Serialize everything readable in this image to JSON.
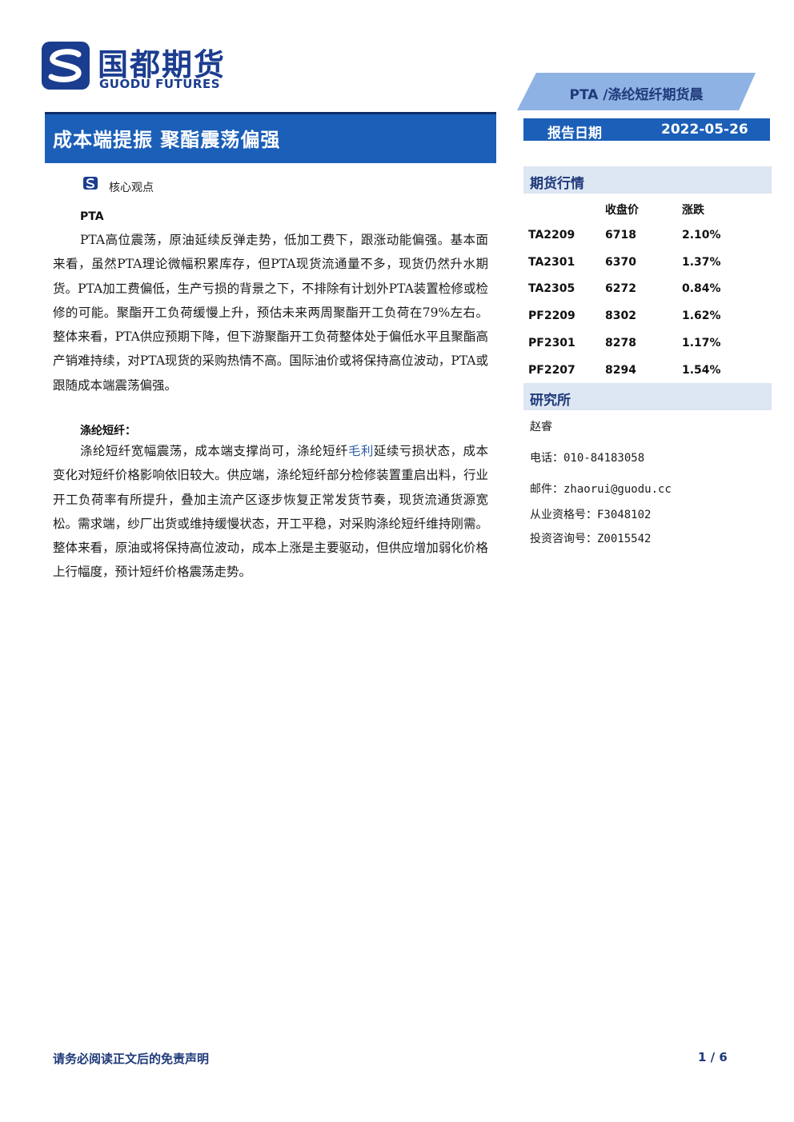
{
  "brand": {
    "name_cn": "国都期货",
    "name_en": "GUODU FUTURES",
    "colors": {
      "primary": "#1b5fb8",
      "dark": "#1b3d8f",
      "accent_light": "#8fb2e4",
      "panel": "#dde6f3"
    }
  },
  "header": {
    "category": "PTA /涤纶短纤期货晨",
    "title": "成本端提振  聚酯震荡偏强",
    "date_label": "报告日期",
    "date_value": "2022-05-26"
  },
  "main": {
    "section_label": "核心观点",
    "section_icon": "brand-s-icon",
    "pta_heading": "PTA",
    "pta_text": "PTA高位震荡，原油延续反弹走势，低加工费下，跟涨动能偏强。基本面来看，虽然PTA理论微幅积累库存，但PTA现货流通量不多，现货仍然升水期货。PTA加工费偏低，生产亏损的背景之下，不排除有计划外PTA装置检修或检修的可能。聚酯开工负荷缓慢上升，预估未来两周聚酯开工负荷在79%左右。整体来看，PTA供应预期下降，但下游聚酯开工负荷整体处于偏低水平且聚酯高产销难持续，对PTA现货的采购热情不高。国际油价或将保持高位波动，PTA或跟随成本端震荡偏强。",
    "psf_heading": "涤纶短纤：",
    "psf_text_a": "涤纶短纤宽幅震荡，成本端支撑尚可，涤纶短纤",
    "psf_text_hl": "毛利",
    "psf_text_b": "延续亏损状态，成本变化对短纤价格影响依旧较大。供应端，涤纶短纤部分检修装置重启出料，行业开工负荷率有所提升，叠加主流产区逐步恢复正常发货节奏，现货流通货源宽松。需求端，纱厂出货或维持缓慢状态，开工平稳，对采购涤纶短纤维持刚需。整体来看，原油或将保持高位波动，成本上涨是主要驱动，但供应增加弱化价格上行幅度，预计短纤价格震荡走势。"
  },
  "market": {
    "heading": "期货行情",
    "columns": [
      "",
      "收盘价",
      "涨跌"
    ],
    "rows": [
      [
        "TA2209",
        "6718",
        "2.10%"
      ],
      [
        "TA2301",
        "6370",
        "1.37%"
      ],
      [
        "TA2305",
        "6272",
        "0.84%"
      ],
      [
        "PF2209",
        "8302",
        "1.62%"
      ],
      [
        "PF2301",
        "8278",
        "1.17%"
      ],
      [
        "PF2207",
        "8294",
        "1.54%"
      ]
    ]
  },
  "research": {
    "heading": "研究所",
    "name": "赵睿",
    "phone_label": "电话：",
    "phone": "010-84183058",
    "email_label": "邮件：",
    "email": "zhaorui@guodu.cc",
    "license_label": "从业资格号：",
    "license": "F3048102",
    "advisory_label": "投资咨询号：",
    "advisory": "Z0015542"
  },
  "footer": {
    "disclaimer": "请务必阅读正文后的免责声明",
    "page": "1 / 6"
  }
}
